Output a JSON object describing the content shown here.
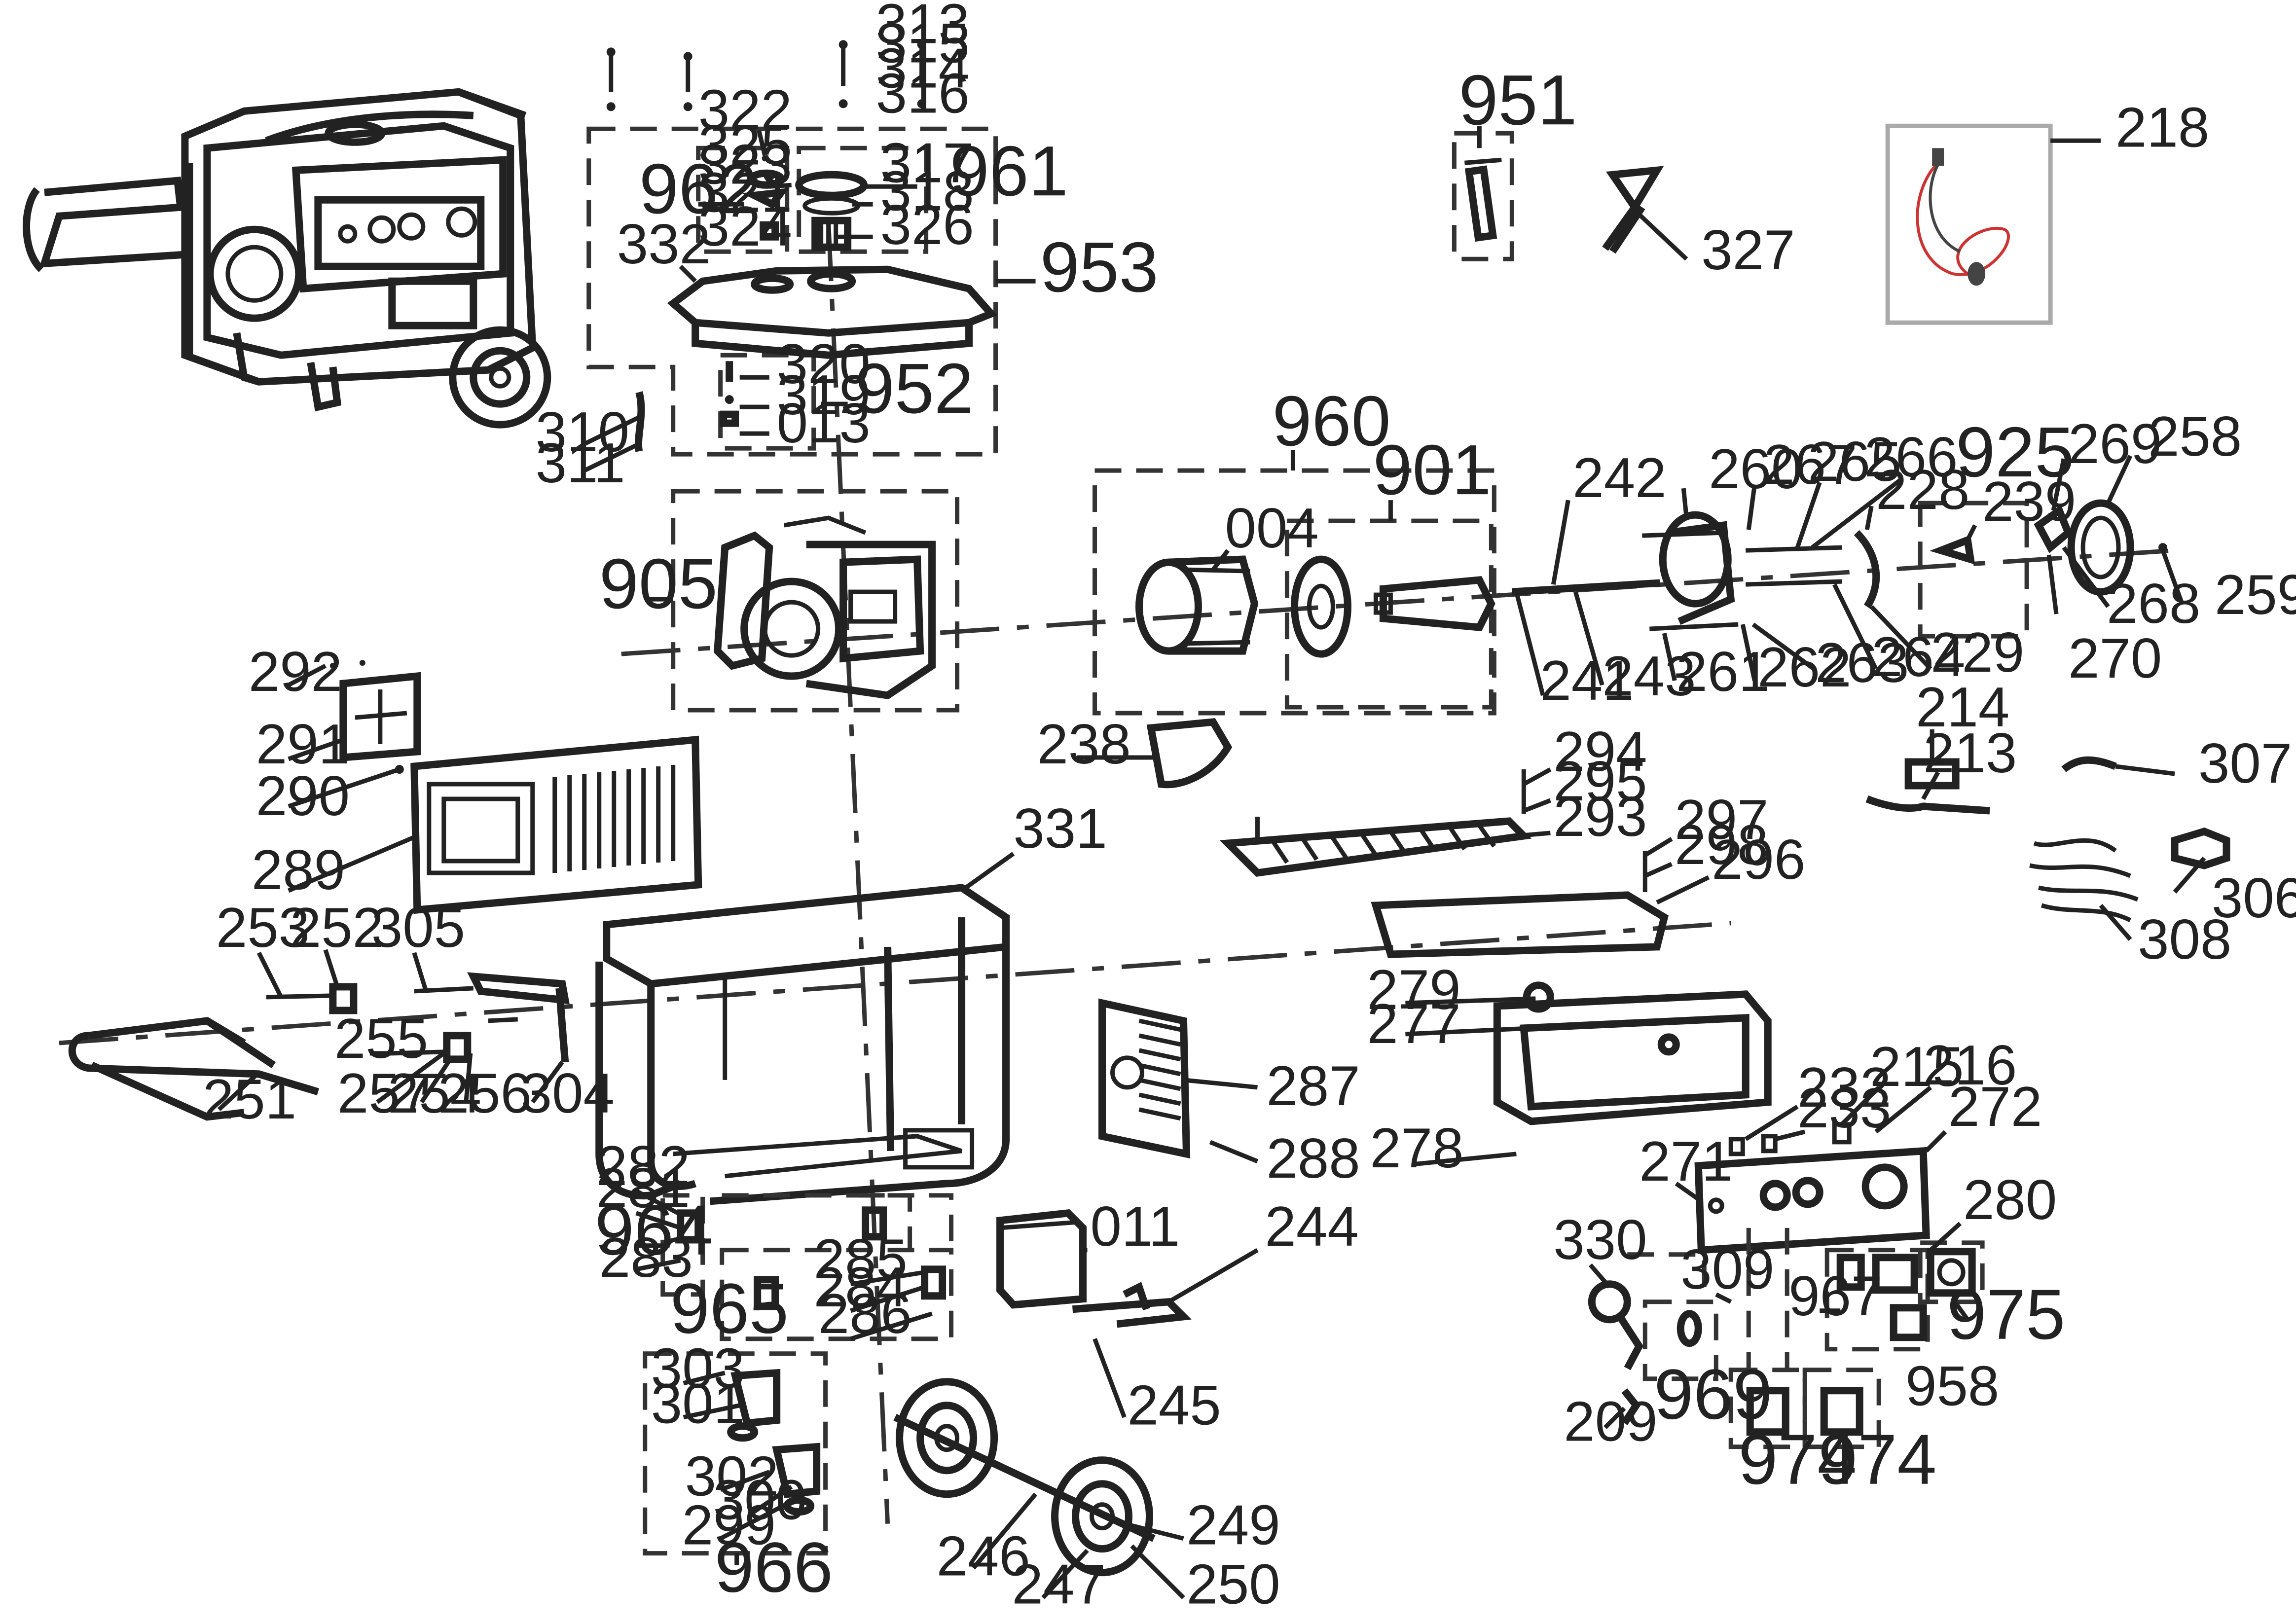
{
  "diagram": {
    "callouts": {
      "313": "313",
      "315": "315",
      "314": "314",
      "316": "316",
      "322": "322",
      "325": "325",
      "323": "323",
      "321": "321",
      "324": "324",
      "317": "317",
      "318": "318",
      "326": "326",
      "332": "332",
      "320": "320",
      "319": "319",
      "013": "013",
      "310": "310",
      "311": "311",
      "951": "951",
      "327": "327",
      "218": "218",
      "004": "004",
      "242": "242",
      "260": "260",
      "267": "267",
      "265": "265",
      "266": "266",
      "228": "228",
      "239": "239",
      "269": "269",
      "258": "258",
      "268": "268",
      "259": "259",
      "241": "241",
      "243": "243",
      "261": "261",
      "262": "262",
      "263": "263",
      "264": "264",
      "229": "229",
      "270": "270",
      "292": "292",
      "291": "291",
      "290": "290",
      "289": "289",
      "238": "238",
      "214": "214",
      "213": "213",
      "307": "307",
      "294": "294",
      "295": "295",
      "293": "293",
      "297": "297",
      "298": "298",
      "296": "296",
      "331": "331",
      "253": "253",
      "252": "252",
      "305": "305",
      "255": "255",
      "257": "257",
      "254": "254",
      "256": "256",
      "304": "304",
      "251": "251",
      "306": "306",
      "308": "308",
      "279": "279",
      "277": "277",
      "287": "287",
      "288": "288",
      "278": "278",
      "232": "232",
      "215": "215",
      "216": "216",
      "233": "233",
      "272": "272",
      "271": "271",
      "280": "280",
      "282": "282",
      "281": "281",
      "283": "283",
      "011": "011",
      "244": "244",
      "285": "285",
      "284": "284",
      "286": "286",
      "330": "330",
      "309": "309",
      "209": "209",
      "303": "303",
      "301": "301",
      "302": "302",
      "300": "300",
      "299": "299",
      "245": "245",
      "249": "249",
      "246": "246",
      "247": "247",
      "250": "250"
    },
    "groups": {
      "953": "953",
      "962": "962",
      "961": "961",
      "952": "952",
      "960": "960",
      "901": "901",
      "905": "905",
      "925": "925",
      "964": "964",
      "965": "965",
      "966": "966",
      "967": "967",
      "969": "969",
      "974a": "974",
      "974b": "974",
      "975": "975",
      "958": "958"
    }
  }
}
